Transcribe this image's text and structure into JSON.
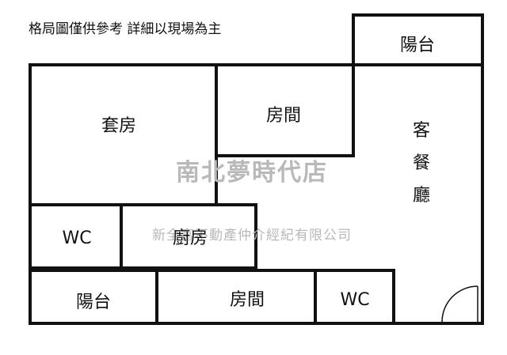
{
  "note": "格局圖僅供參考 詳細以現場為主",
  "rooms": {
    "balcony_top": "陽台",
    "master_suite": "套房",
    "bedroom_top": "房間",
    "living_dining_1": "客",
    "living_dining_2": "餐",
    "living_dining_3": "廳",
    "wc_left": "WC",
    "kitchen": "廚房",
    "balcony_bottom": "陽台",
    "bedroom_bottom": "房間",
    "wc_bottom": "WC"
  },
  "watermark": {
    "line1": "南北夢時代店",
    "line2": "新全富不動產仲介經紀有限公司"
  },
  "colors": {
    "wall": "#111111",
    "watermark": "#b9b9b9"
  }
}
